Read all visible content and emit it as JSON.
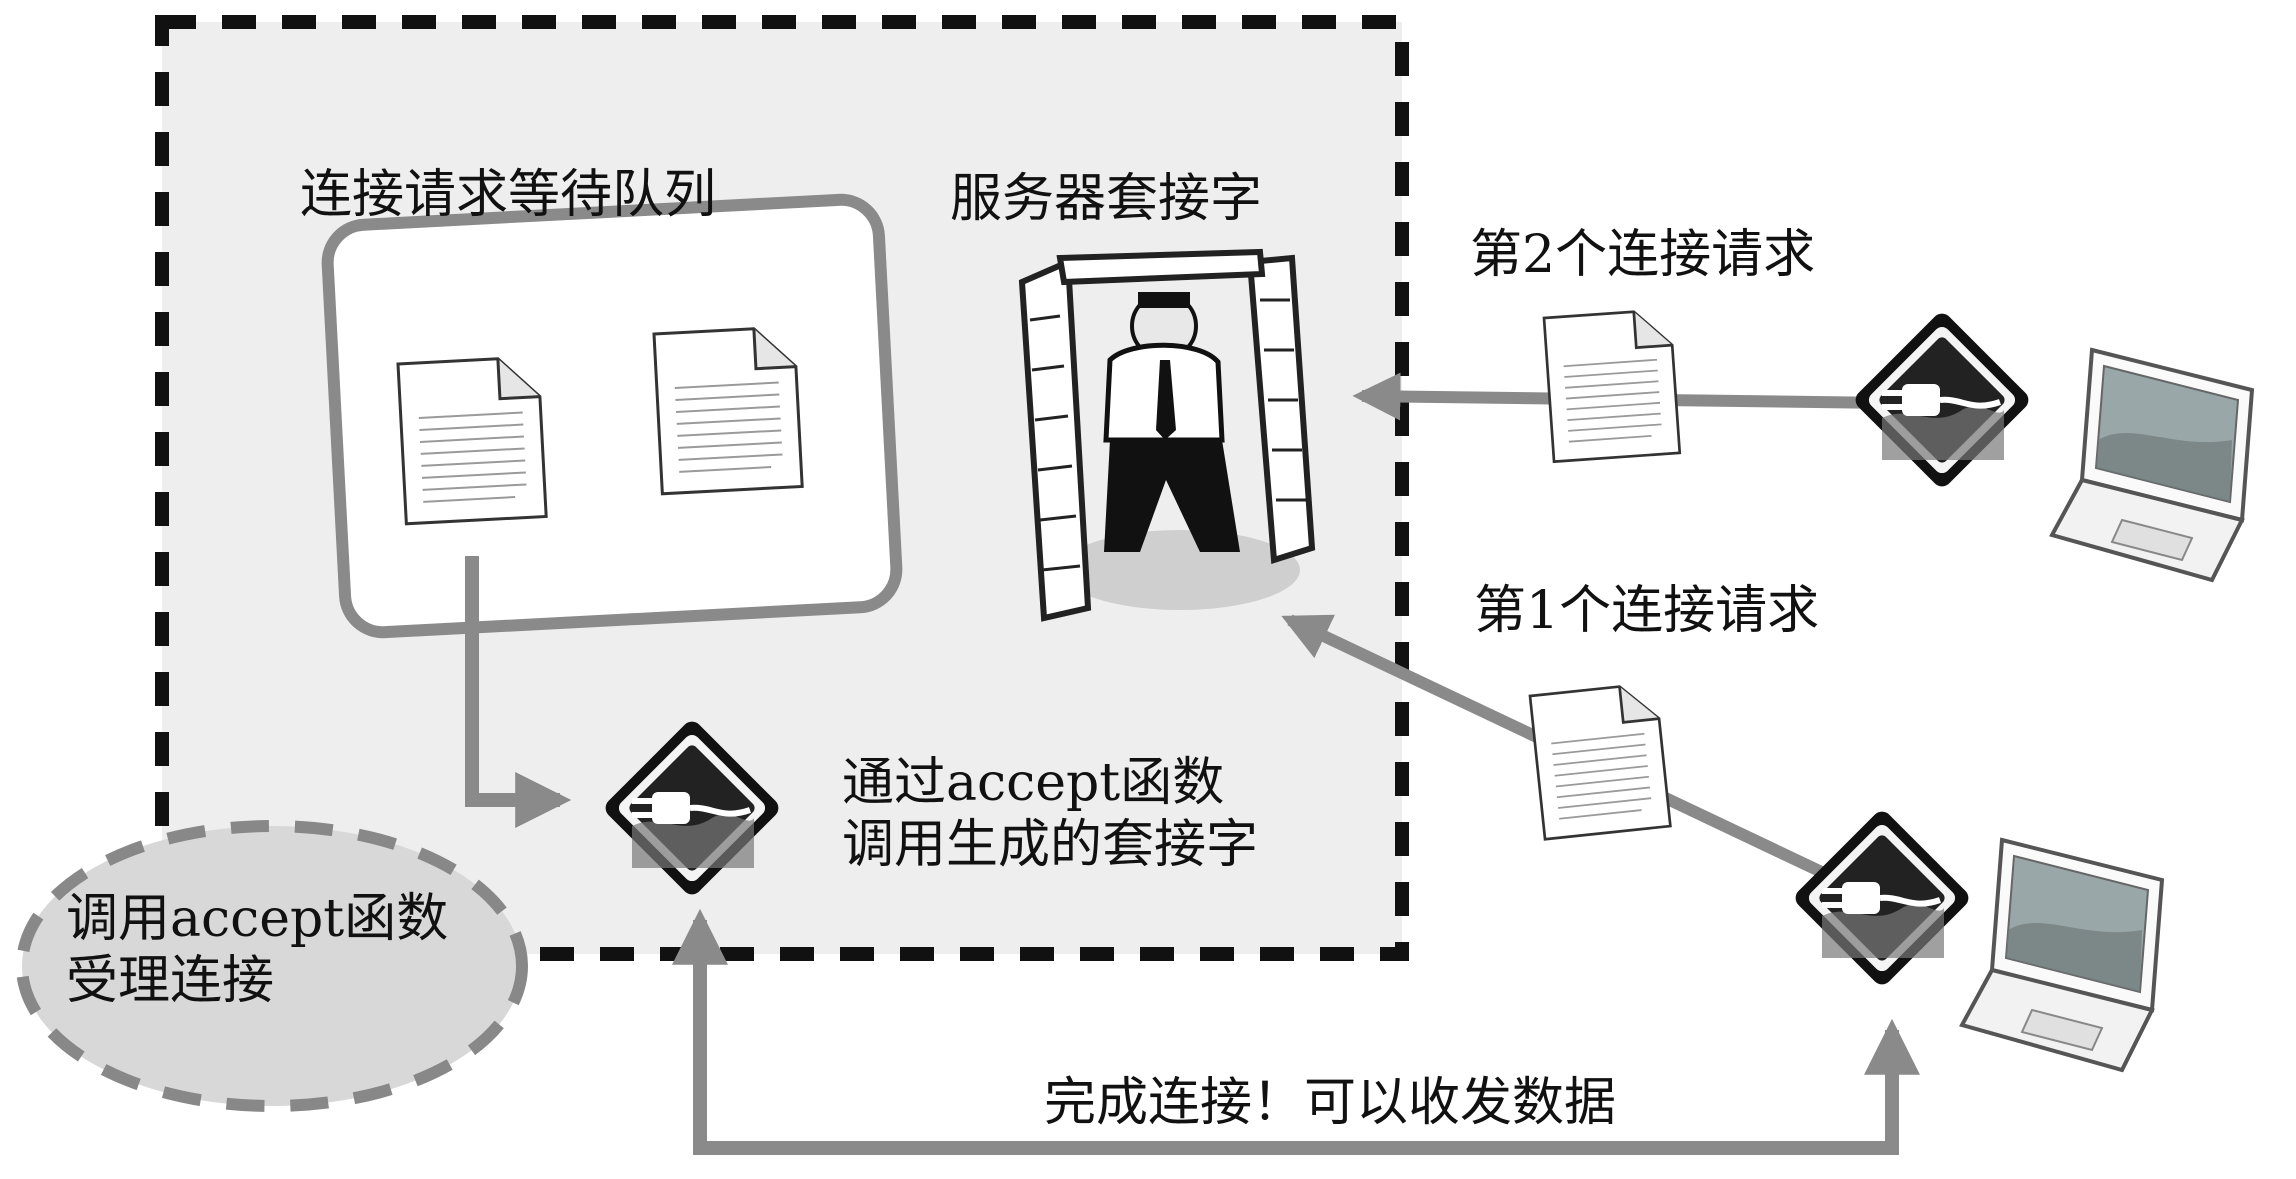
{
  "labels": {
    "queue_title": "连接请求等待队列",
    "server_socket": "服务器套接字",
    "request2": "第2个连接请求",
    "request1": "第1个连接请求",
    "accept_socket_line1": "通过accept函数",
    "accept_socket_line2": "调用生成的套接字",
    "accept_call_line1": "调用accept函数",
    "accept_call_line2": "受理连接",
    "complete": "完成连接！可以收发数据"
  },
  "icons": {
    "queued_documents": [
      "document-icon",
      "document-icon"
    ],
    "server": "server-socket-figure-icon",
    "plugs": [
      "plug-icon",
      "plug-icon",
      "plug-icon"
    ],
    "laptops": [
      "laptop-icon",
      "laptop-icon"
    ]
  },
  "colors": {
    "server_area": "#eeeeee",
    "dashed_border": "#111111",
    "arrow": "#8a8a8a",
    "queue_border": "#8a8a8a",
    "callout_fill": "#d8d8d8",
    "callout_border": "#888888"
  }
}
